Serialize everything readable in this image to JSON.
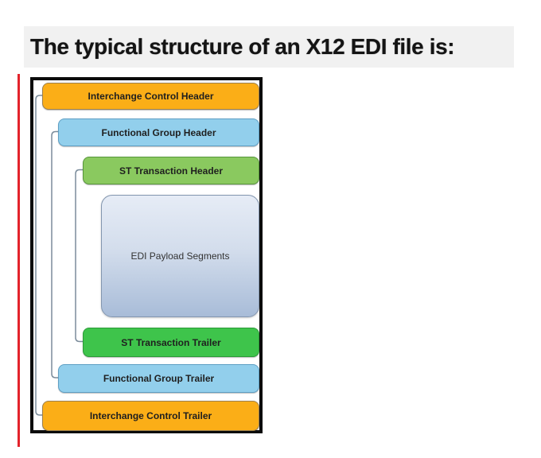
{
  "title": {
    "text": "The typical structure of an X12 EDI file is:"
  },
  "diagram": {
    "boxes": [
      {
        "id": "interchange-control-header",
        "label": "Interchange Control Header",
        "fill": "#FBAE17",
        "level": 1
      },
      {
        "id": "functional-group-header",
        "label": "Functional Group Header",
        "fill": "#92CFEC",
        "level": 2
      },
      {
        "id": "st-transaction-header",
        "label": "ST Transaction Header",
        "fill": "#8AC95F",
        "level": 3
      },
      {
        "id": "edi-payload-segments",
        "label": "EDI Payload Segments",
        "fill_top": "#E6ECF6",
        "fill_bottom": "#A8BCD8",
        "level": 4
      },
      {
        "id": "st-transaction-trailer",
        "label": "ST Transaction Trailer",
        "fill": "#3EC44B",
        "level": 3
      },
      {
        "id": "functional-group-trailer",
        "label": "Functional Group Trailer",
        "fill": "#92CFEC",
        "level": 2
      },
      {
        "id": "interchange-control-trailer",
        "label": "Interchange Control Trailer",
        "fill": "#FBAE17",
        "level": 1
      }
    ],
    "connector_color": "#7B8C9B",
    "frame_border_color": "#0B0B0B",
    "accent_line_color": "#E3232B",
    "title_background": "#F1F1F1"
  }
}
